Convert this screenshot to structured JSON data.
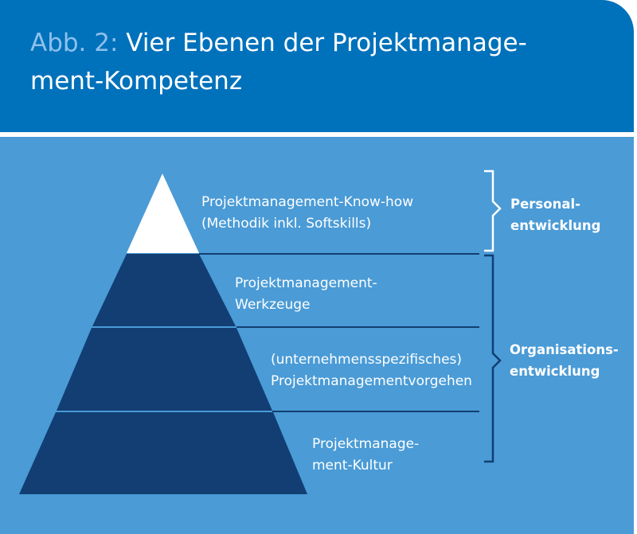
{
  "title": {
    "prefix": "Abb. 2:",
    "line1": "Vier Ebenen der Projektmanage-",
    "line2": "ment-Kompetenz"
  },
  "levels": [
    {
      "line1": "Projektmanagement-Know-how",
      "line2": "(Methodik inkl. Softskills)"
    },
    {
      "line1": "Projektmanagement-",
      "line2": "Werkzeuge"
    },
    {
      "line1": "(unternehmensspezifisches)",
      "line2": "Projektmanagementvorgehen"
    },
    {
      "line1": "Projektmanage-",
      "line2": "ment-Kultur"
    }
  ],
  "groups": {
    "personal": {
      "line1": "Personal-",
      "line2": "entwicklung"
    },
    "organisation": {
      "line1": "Organisations-",
      "line2": "entwicklung"
    }
  },
  "colors": {
    "header": "#0071bb",
    "panel": "#4a9bd6",
    "pyramid_dark": "#123e73",
    "pyramid_top": "#ffffff"
  }
}
